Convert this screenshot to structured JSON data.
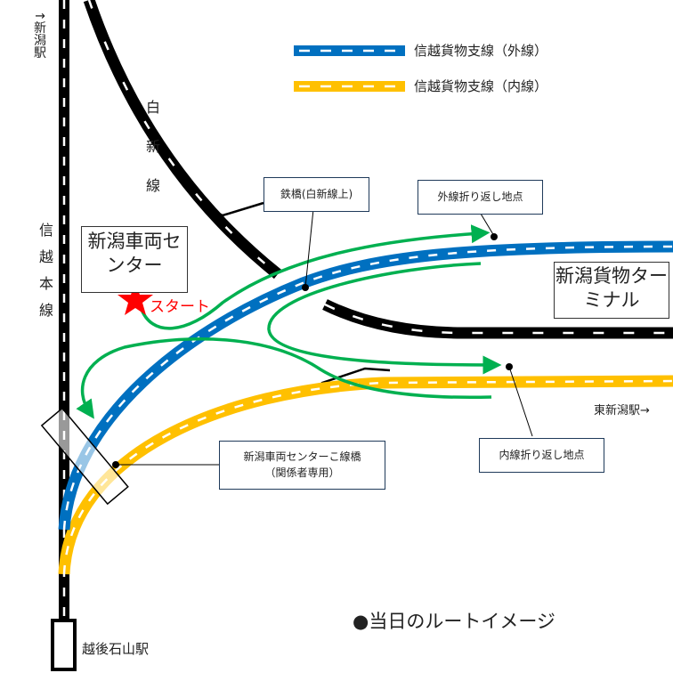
{
  "legend": {
    "outer": {
      "label": "信越貨物支線（外線）",
      "color": "#0070C0"
    },
    "inner": {
      "label": "信越貨物支線（内線）",
      "color": "#FFC000"
    }
  },
  "labels": {
    "niigata_direction": "↑新潟駅",
    "shinetsu_main": "信越本線",
    "hakushin": "白新線",
    "center": "新潟車両センター",
    "start": "スタート",
    "terminal": "新潟貨物ターミナル",
    "higashi_niigata": "東新潟駅→",
    "echigo_ishiyama": "越後石山駅",
    "route_image": "●当日のルートイメージ"
  },
  "callouts": {
    "bridge": "鉄橋(白新線上)",
    "outer_turn": "外線折り返し地点",
    "inner_turn": "内線折り返し地点",
    "overpass_line1": "新潟車両センターこ線橋",
    "overpass_line2": "（関係者専用）"
  },
  "colors": {
    "route": "#00B050",
    "start_star": "#FF0000",
    "rail": "#000000"
  }
}
